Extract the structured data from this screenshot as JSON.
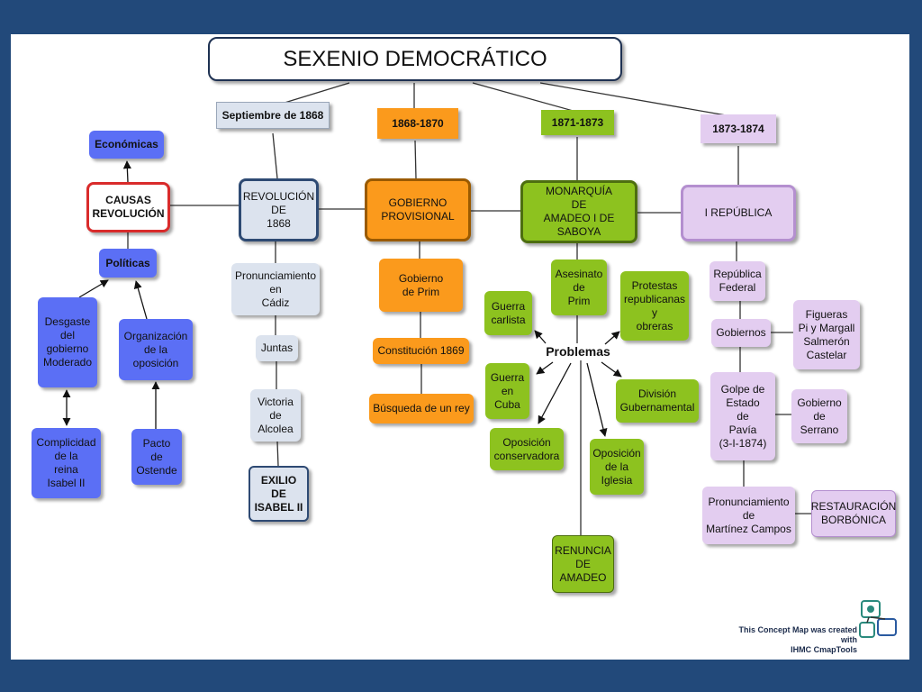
{
  "title": "SEXENIO DEMOCRÁTICO",
  "colors": {
    "frame": "#22497a",
    "blue": "#5b6ff5",
    "gray": "#dce3ee",
    "orange": "#fb9a1c",
    "green": "#8dc21f",
    "lilac": "#e3cdf0",
    "red_border": "#d92b2b"
  },
  "periods": {
    "p1": "Septiembre de 1868",
    "p2": "1868-1870",
    "p3": "1871-1873",
    "p4": "1873-1874"
  },
  "causes": {
    "main": "CAUSAS\nREVOLUCIÓN",
    "economic": "Económicas",
    "political": "Políticas",
    "desgaste": "Desgaste\ndel\ngobierno\nModerado",
    "organizacion": "Organización\nde la\noposición",
    "complicidad": "Complicidad\nde la\nreina\nIsabel II",
    "pacto": "Pacto\nde\nOstende"
  },
  "revolution": {
    "main": "REVOLUCIÓN\nDE\n1868",
    "pronunciamiento": "Pronunciamiento\nen\nCádiz",
    "juntas": "Juntas",
    "victoria": "Victoria\nde\nAlcolea",
    "exilio": "EXILIO\nDE\nISABEL II"
  },
  "provisional": {
    "main": "GOBIERNO\nPROVISIONAL",
    "prim": "Gobierno\nde Prim",
    "constitucion": "Constitución 1869",
    "busqueda": "Búsqueda de un rey"
  },
  "amadeo": {
    "main": "MONARQUÍA\nDE\nAMADEO I DE SABOYA",
    "asesinato": "Asesinato\nde\nPrim",
    "protestas": "Protestas\nrepublicanas\ny\nobreras",
    "guerra_carlista": "Guerra\ncarlista",
    "problemas": "Problemas",
    "guerra_cuba": "Guerra\nen\nCuba",
    "division": "División\nGubernamental",
    "oposicion_conservadora": "Oposición\nconservadora",
    "oposicion_iglesia": "Oposición\nde la\nIglesia",
    "renuncia": "RENUNCIA\nDE\nAMADEO"
  },
  "republic": {
    "main": "I REPÚBLICA",
    "federal": "República\nFederal",
    "gobiernos": "Gobiernos",
    "presidentes": "Figueras\nPi y Margall\nSalmerón\nCastelar",
    "golpe": "Golpe de\nEstado\nde\nPavía\n(3-I-1874)",
    "serrano": "Gobierno\nde\nSerrano",
    "martinez": "Pronunciamiento\nde\nMartínez Campos",
    "restauracion": "RESTAURACIÓN\nBORBÓNICA"
  },
  "footer": {
    "credit": "This Concept Map was created with\nIHMC CmapTools",
    "logo_icon": "cmaptools-logo-icon"
  }
}
